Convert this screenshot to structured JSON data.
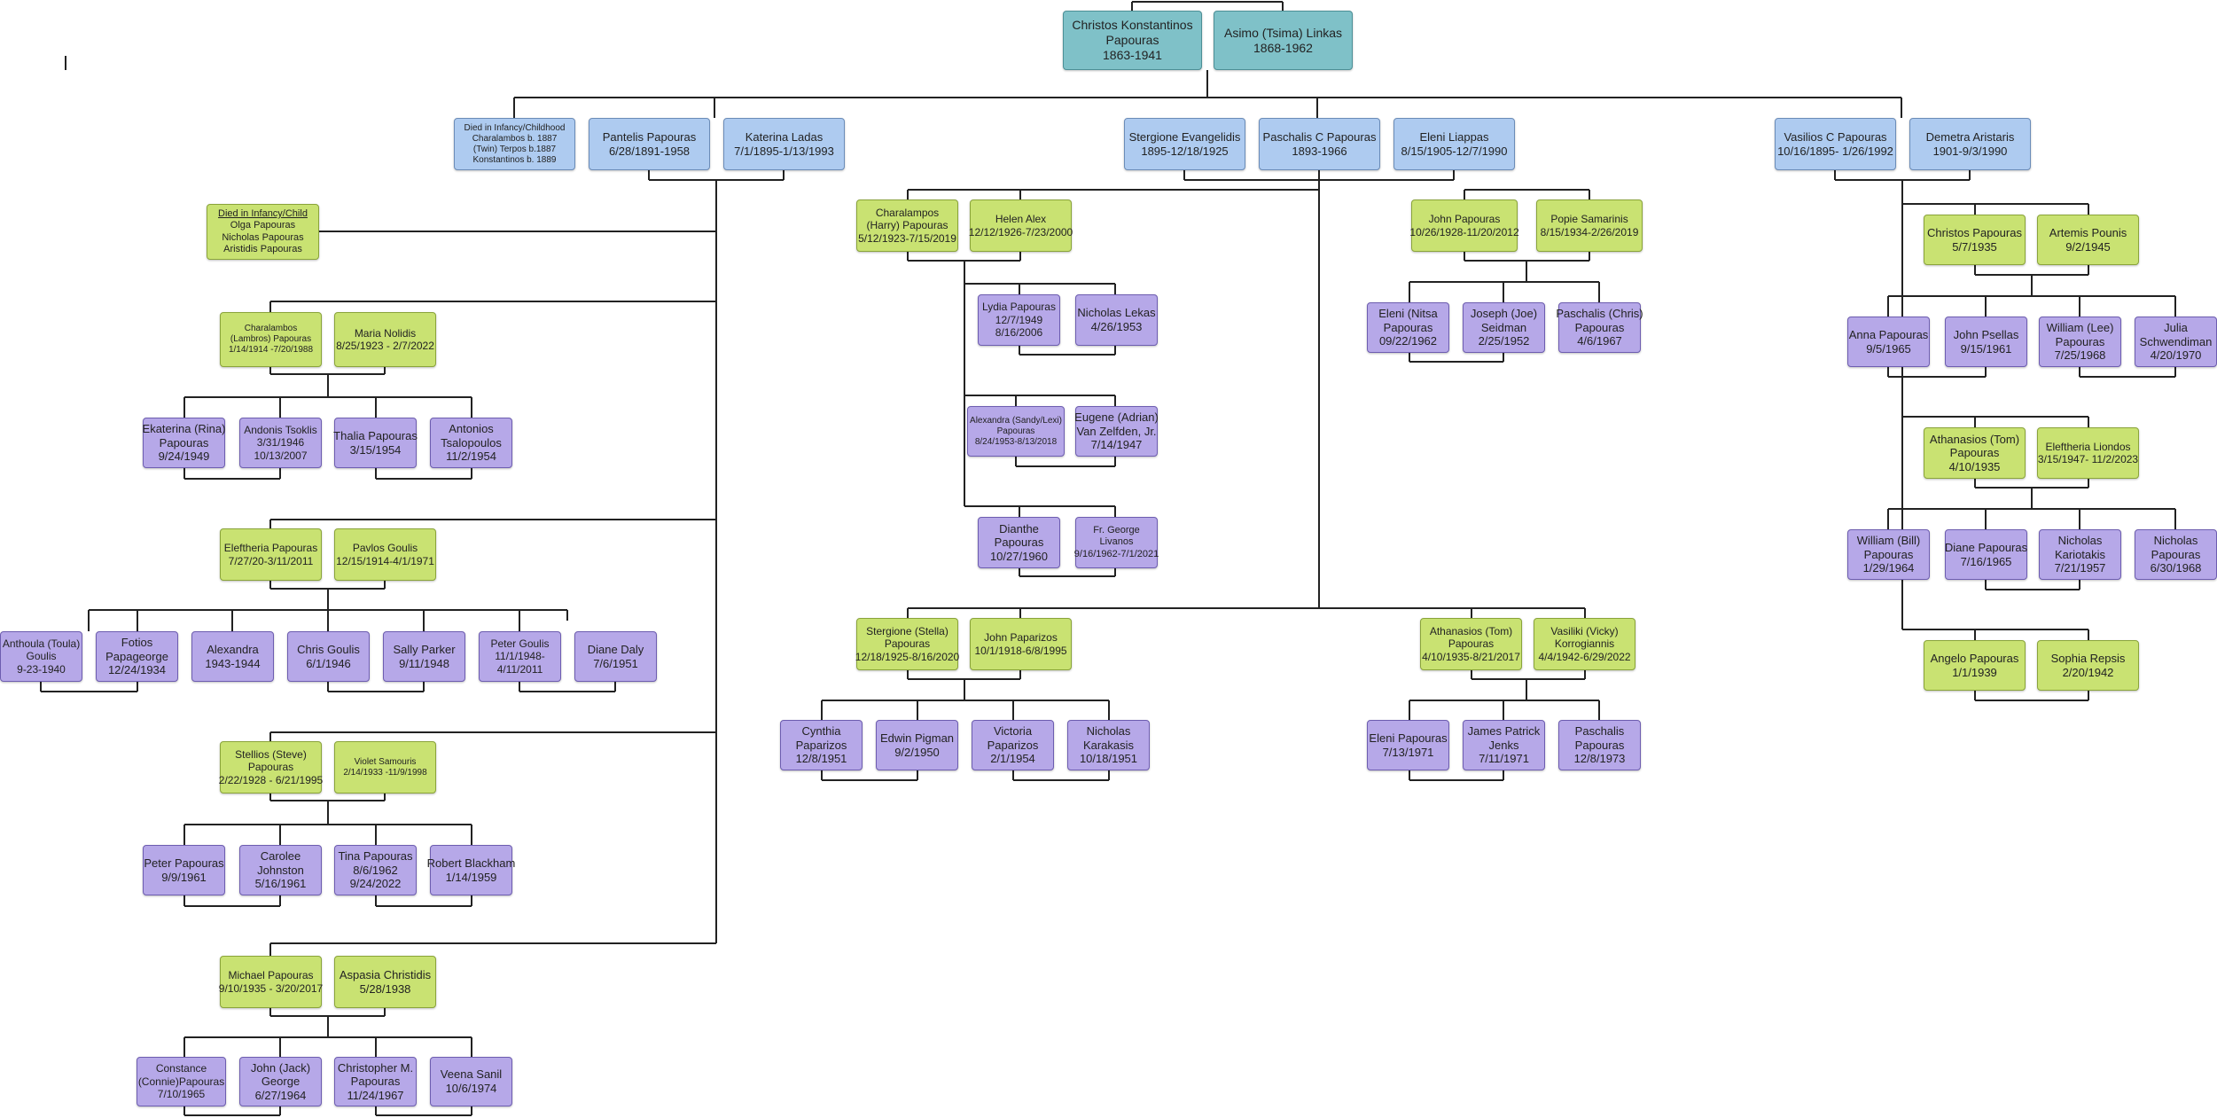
{
  "colors": {
    "teal": "#7fc1c8",
    "blue": "#aecbf0",
    "green": "#c9e272",
    "purple": "#b6a8e8",
    "line": "#222222"
  },
  "nodes": {
    "n_christos_k": {
      "lines": [
        "Christos Konstantinos",
        "Papouras",
        "1863-1941"
      ]
    },
    "n_asimo": {
      "lines": [
        "Asimo (Tsima) Linkas",
        "1868-1962"
      ]
    },
    "n_died_infancy_1": {
      "lines": [
        "Died in Infancy/Childhood",
        "Charalambos b. 1887",
        "(Twin) Terpos b.1887",
        "Konstantinos b. 1889"
      ]
    },
    "n_pantelis": {
      "lines": [
        "Pantelis Papouras",
        "6/28/1891-1958"
      ]
    },
    "n_katerina": {
      "lines": [
        "Katerina Ladas",
        "7/1/1895-1/13/1993"
      ]
    },
    "n_stergione_e": {
      "lines": [
        "Stergione Evangelidis",
        "1895-12/18/1925"
      ]
    },
    "n_paschalis_c": {
      "lines": [
        "Paschalis C Papouras",
        "1893-1966"
      ]
    },
    "n_eleni_liappas": {
      "lines": [
        "Eleni Liappas",
        "8/15/1905-12/7/1990"
      ]
    },
    "n_vasilios": {
      "lines": [
        "Vasilios C Papouras",
        "10/16/1895- 1/26/1992"
      ]
    },
    "n_demetra": {
      "lines": [
        "Demetra Aristaris",
        "1901-9/3/1990"
      ]
    },
    "n_died_infancy_2": {
      "lines": [
        "Died in Infancy/Child",
        "Olga Papouras",
        "Nicholas Papouras",
        "Aristidis Papouras"
      ]
    },
    "n_charalambos_l": {
      "lines": [
        "Charalambos",
        "(Lambros) Papouras",
        "1/14/1914 -7/20/1988"
      ]
    },
    "n_maria_n": {
      "lines": [
        "Maria Nolidis",
        "8/25/1923 - 2/7/2022"
      ]
    },
    "n_ekaterina": {
      "lines": [
        "Ekaterina (Rina)",
        "Papouras",
        "9/24/1949"
      ]
    },
    "n_andonis": {
      "lines": [
        "Andonis Tsoklis",
        "3/31/1946",
        "10/13/2007"
      ]
    },
    "n_thalia": {
      "lines": [
        "Thalia Papouras",
        "3/15/1954"
      ]
    },
    "n_antonios": {
      "lines": [
        "Antonios",
        "Tsalopoulos",
        "11/2/1954"
      ]
    },
    "n_eleftheria_p": {
      "lines": [
        "Eleftheria Papouras",
        "7/27/20-3/11/2011"
      ]
    },
    "n_pavlos": {
      "lines": [
        "Pavlos Goulis",
        "12/15/1914-4/1/1971"
      ]
    },
    "n_anthoula": {
      "lines": [
        "Anthoula (Toula)",
        "Goulis",
        "9-23-1940"
      ]
    },
    "n_fotios": {
      "lines": [
        "Fotios",
        "Papageorge",
        "12/24/1934"
      ]
    },
    "n_alexandra_g": {
      "lines": [
        "Alexandra",
        "1943-1944"
      ]
    },
    "n_chris_g": {
      "lines": [
        "Chris Goulis",
        "6/1/1946"
      ]
    },
    "n_sally": {
      "lines": [
        "Sally Parker",
        "9/11/1948"
      ]
    },
    "n_peter_g": {
      "lines": [
        "Peter  Goulis",
        "11/1/1948-",
        "4/11/2011"
      ]
    },
    "n_diane_daly": {
      "lines": [
        "Diane Daly",
        "7/6/1951"
      ]
    },
    "n_stellios": {
      "lines": [
        "Stellios (Steve)",
        "Papouras",
        "2/22/1928 - 6/21/1995"
      ]
    },
    "n_violet": {
      "lines": [
        "Violet Samouris",
        "2/14/1933 -11/9/1998"
      ]
    },
    "n_peter_p": {
      "lines": [
        "Peter Papouras",
        "9/9/1961"
      ]
    },
    "n_carolee": {
      "lines": [
        "Carolee",
        "Johnston",
        "5/16/1961"
      ]
    },
    "n_tina": {
      "lines": [
        "Tina Papouras",
        "8/6/1962",
        "9/24/2022"
      ]
    },
    "n_robert": {
      "lines": [
        "Robert Blackham",
        "1/14/1959"
      ]
    },
    "n_michael": {
      "lines": [
        "Michael Papouras",
        "9/10/1935 - 3/20/2017"
      ]
    },
    "n_aspasia": {
      "lines": [
        "Aspasia Christidis",
        "5/28/1938"
      ]
    },
    "n_constance": {
      "lines": [
        "Constance",
        "(Connie)Papouras",
        "7/10/1965"
      ]
    },
    "n_john_jack": {
      "lines": [
        "John (Jack)",
        "George",
        "6/27/1964"
      ]
    },
    "n_christopher": {
      "lines": [
        "Christopher M.",
        "Papouras",
        "11/24/1967"
      ]
    },
    "n_veena": {
      "lines": [
        "Veena Sanil",
        "10/6/1974"
      ]
    },
    "n_charalampos_h": {
      "lines": [
        "Charalampos",
        "(Harry) Papouras",
        "5/12/1923-7/15/2019"
      ]
    },
    "n_helen_alex": {
      "lines": [
        "Helen Alex",
        "12/12/1926-7/23/2000"
      ]
    },
    "n_lydia": {
      "lines": [
        "Lydia Papouras",
        "12/7/1949",
        "8/16/2006"
      ]
    },
    "n_nicholas_lekas": {
      "lines": [
        "Nicholas Lekas",
        "4/26/1953"
      ]
    },
    "n_alexandra_sl": {
      "lines": [
        "Alexandra (Sandy/Lexi)",
        "Papouras",
        "8/24/1953-8/13/2018"
      ]
    },
    "n_eugene": {
      "lines": [
        "Eugene (Adrian)",
        "Van Zelfden, Jr.",
        "7/14/1947"
      ]
    },
    "n_dianthe": {
      "lines": [
        "Dianthe",
        "Papouras",
        "10/27/1960"
      ]
    },
    "n_fr_george": {
      "lines": [
        "Fr. George",
        "Livanos",
        "9/16/1962-7/1/2021"
      ]
    },
    "n_john_p1928": {
      "lines": [
        "John Papouras",
        "10/26/1928-11/20/2012"
      ]
    },
    "n_popie": {
      "lines": [
        "Popie Samarinis",
        "8/15/1934-2/26/2019"
      ]
    },
    "n_eleni_nitsa": {
      "lines": [
        "Eleni (Nitsa",
        "Papouras",
        "09/22/1962"
      ]
    },
    "n_joseph": {
      "lines": [
        "Joseph (Joe)",
        "Seidman",
        "2/25/1952"
      ]
    },
    "n_paschalis_chris": {
      "lines": [
        "Paschalis (Chris)",
        "Papouras",
        "4/6/1967"
      ]
    },
    "n_stergione_s": {
      "lines": [
        "Stergione (Stella)",
        "Papouras",
        "12/18/1925-8/16/2020"
      ]
    },
    "n_john_paparizos": {
      "lines": [
        "John Paparizos",
        "10/1/1918-6/8/1995"
      ]
    },
    "n_cynthia": {
      "lines": [
        "Cynthia",
        "Paparizos",
        "12/8/1951"
      ]
    },
    "n_edwin": {
      "lines": [
        "Edwin Pigman",
        "9/2/1950"
      ]
    },
    "n_victoria": {
      "lines": [
        "Victoria",
        "Paparizos",
        "2/1/1954"
      ]
    },
    "n_nicholas_k": {
      "lines": [
        "Nicholas",
        "Karakasis",
        "10/18/1951"
      ]
    },
    "n_athanasios_t1": {
      "lines": [
        "Athanasios (Tom)",
        "Papouras",
        "4/10/1935-8/21/2017"
      ]
    },
    "n_vasiliki": {
      "lines": [
        "Vasiliki (Vicky)",
        "Korrogiannis",
        "4/4/1942-6/29/2022"
      ]
    },
    "n_eleni_p1971": {
      "lines": [
        "Eleni Papouras",
        "7/13/1971"
      ]
    },
    "n_james": {
      "lines": [
        "James Patrick",
        "Jenks",
        "7/11/1971"
      ]
    },
    "n_paschalis_1973": {
      "lines": [
        "Paschalis",
        "Papouras",
        "12/8/1973"
      ]
    },
    "n_christos_p": {
      "lines": [
        "Christos Papouras",
        "5/7/1935"
      ]
    },
    "n_artemis": {
      "lines": [
        "Artemis Pounis",
        "9/2/1945"
      ]
    },
    "n_anna": {
      "lines": [
        "Anna Papouras",
        "9/5/1965"
      ]
    },
    "n_john_psellas": {
      "lines": [
        "John Psellas",
        "9/15/1961"
      ]
    },
    "n_william_lee": {
      "lines": [
        "William (Lee)",
        "Papouras",
        "7/25/1968"
      ]
    },
    "n_julia": {
      "lines": [
        "Julia",
        "Schwendiman",
        "4/20/1970"
      ]
    },
    "n_athanasios_t2": {
      "lines": [
        "Athanasios (Tom)",
        "Papouras",
        "4/10/1935"
      ]
    },
    "n_eleftheria_l": {
      "lines": [
        "Eleftheria Liondos",
        "3/15/1947- 11/2/2023"
      ]
    },
    "n_william_bill": {
      "lines": [
        "William (Bill)",
        "Papouras",
        "1/29/1964"
      ]
    },
    "n_diane_p": {
      "lines": [
        "Diane Papouras",
        "7/16/1965"
      ]
    },
    "n_nicholas_kar": {
      "lines": [
        "Nicholas",
        "Kariotakis",
        "7/21/1957"
      ]
    },
    "n_nicholas_p1968": {
      "lines": [
        "Nicholas",
        "Papouras",
        "6/30/1968"
      ]
    },
    "n_angelo": {
      "lines": [
        "Angelo Papouras",
        "1/1/1939"
      ]
    },
    "n_sophia": {
      "lines": [
        "Sophia Repsis",
        "2/20/1942"
      ]
    }
  }
}
